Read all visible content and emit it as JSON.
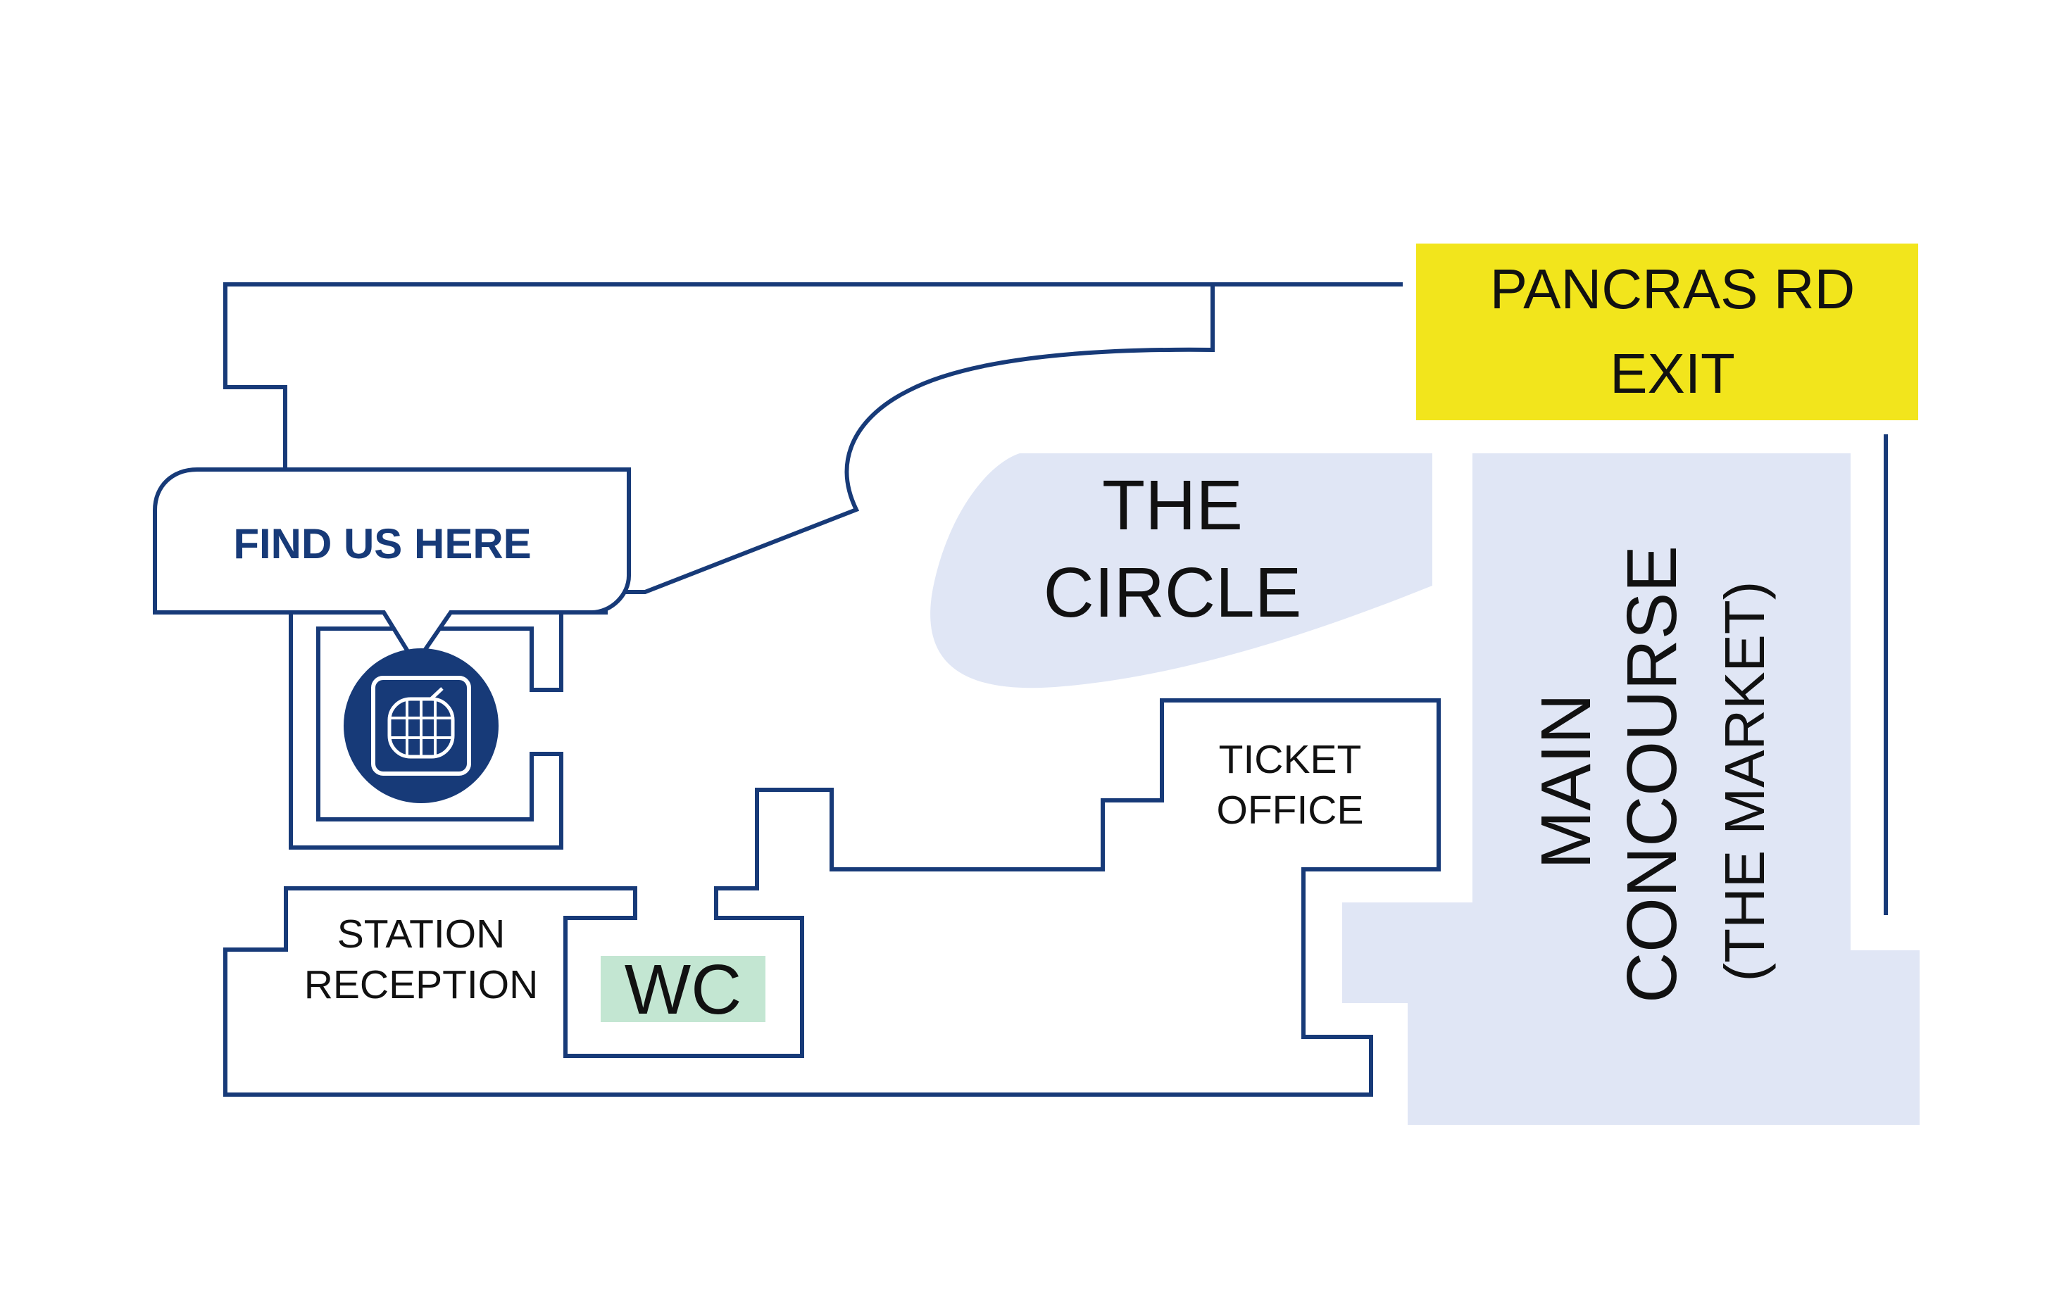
{
  "colors": {
    "outline": "#173a78",
    "area_fill": "#e0e6f5",
    "exit_fill": "#f2e51c",
    "wc_fill": "#c3e6d2",
    "marker_fill": "#173a78",
    "text": "#111111"
  },
  "callout": {
    "text": "FIND US HERE"
  },
  "marker": {
    "icon": "luggage-icon"
  },
  "exit": {
    "line1": "PANCRAS RD",
    "line2": "EXIT"
  },
  "circle": {
    "line1": "THE",
    "line2": "CIRCLE"
  },
  "ticket_office": {
    "line1": "TICKET",
    "line2": "OFFICE"
  },
  "station_reception": {
    "line1": "STATION",
    "line2": "RECEPTION"
  },
  "wc": {
    "label": "WC"
  },
  "main_concourse": {
    "line1": "MAIN",
    "line2": "CONCOURSE",
    "line3": "(THE MARKET)"
  }
}
